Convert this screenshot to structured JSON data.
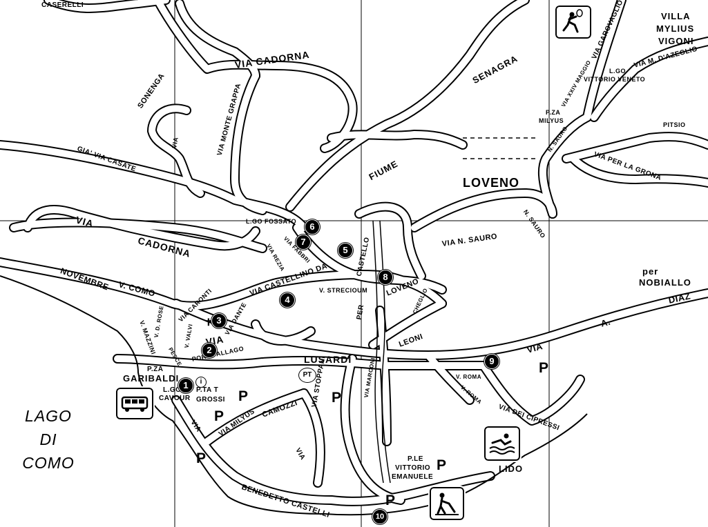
{
  "places": {
    "loveno": "LOVENO",
    "villa_line1": "VILLA",
    "villa_line2": "MYLIUS",
    "villa_line3": "VIGONI",
    "per_nobiallo_1": "per",
    "per_nobiallo_2": "NOBIALLO",
    "lago_1": "LAGO",
    "lago_2": "DI",
    "lago_3": "COMO",
    "lido": "LIDO",
    "garibaldi_1": "P.ZA",
    "garibaldi_2": "GARIBALDI",
    "lgo_cavour_1": "L.GO",
    "lgo_cavour_2": "CAVOUR",
    "pta_grossi_1": "P.TA T",
    "pta_grossi_2": "GROSSI",
    "vittorio_em_1": "P.LE",
    "vittorio_em_2": "VITTORIO",
    "vittorio_em_3": "EMANUELE",
    "lgo_fossato": "L.GO FOSSATO",
    "lgo_vv_1": "L.GO",
    "lgo_vv_2": "VITTORIO VENETO",
    "pza_milyus_1": "P.ZA",
    "pza_milyus_2": "MILYUS",
    "fiume": "FIUME",
    "senagra": "SENAGRA"
  },
  "streets": {
    "caserelli": "CASERELLI",
    "via_cadorna_top": "VIA   CADORNA",
    "sonenga": "SONENGA",
    "via_monte_grappa": "VIA  MONTE  GRAPPA",
    "via_top_v": "VIA",
    "gia_via_casate": "GIA'   VIA   CASATE",
    "via_garovaglio": "VIA  GAROVAGLIO",
    "via_m_dazeglio": "VIA   M. D'AZEGLIO",
    "via_xxiv_maggio": "VIA  XXIV MAGGIO",
    "n_sauro_small": "N. SAURO",
    "via_per_la_grona": "VIA    PER    LA GRONA",
    "via_left": "VIA",
    "via_pitsio": "PITSIO",
    "via_cadorna_mid_1": "VIA",
    "via_cadorna_mid_2": "CADORNA",
    "via_n_sauro": "VIA    N.    SAURO",
    "via_n_sauro_up": "N. SAURO",
    "via_reria": "VIA   REZIA",
    "via_fabbri": "VIA   FABBRI",
    "castello": "CASTELLO",
    "via_castellino": "VIA   CASTELLINO   DA",
    "via_strecioum": "V. STRECIOUM",
    "loveno_st": "LOVENO",
    "novembre": "NOVEMBRE",
    "v_como": "V. COMO",
    "via_caronti": "VIA   CARONTI",
    "via_dante": "VIA   DANTE",
    "via_mid": "VIA",
    "via_mazzini": "V. MAZZINI",
    "via_rose": "V. D. ROSE",
    "via_pesce": "PESCE",
    "via_valvi": "V. VALVI",
    "porta_allago": "PORTA   ALLAGO",
    "lusardi": "LUSARDI",
    "via_per": "PER",
    "via_leoni": "LEONI",
    "via_cheglio": "CHEGLIO",
    "via_marconi": "VIA  MARCONI",
    "v_roma_1": "V. ROMA",
    "v_roma_2": "V. ROMA",
    "via_diaz": "DIAZ",
    "a_diaz": "A.",
    "via_right": "VIA",
    "via_dei_cipressi": "VIA   DEI   CIPRESSI",
    "via_milyus": "VIA   MILYUS",
    "camozzi": "CAMOZZI",
    "via_stoppani": "VIA   STOPPANI",
    "via_lower": "VIA",
    "via_benedetto": "BENEDETTO     CASTELLI",
    "via_lower_left": "VIA"
  },
  "markers": [
    "1",
    "2",
    "3",
    "4",
    "5",
    "6",
    "7",
    "8",
    "9",
    "10"
  ],
  "parking": "P",
  "post_office": "PT",
  "info": "i",
  "icons": {
    "tennis": "tennis-icon",
    "bus": "bus-icon",
    "swimming": "swimming-icon",
    "golf": "golf-icon"
  },
  "colors": {
    "ink": "#000000",
    "paper": "#ffffff",
    "water": "#ffffff"
  }
}
